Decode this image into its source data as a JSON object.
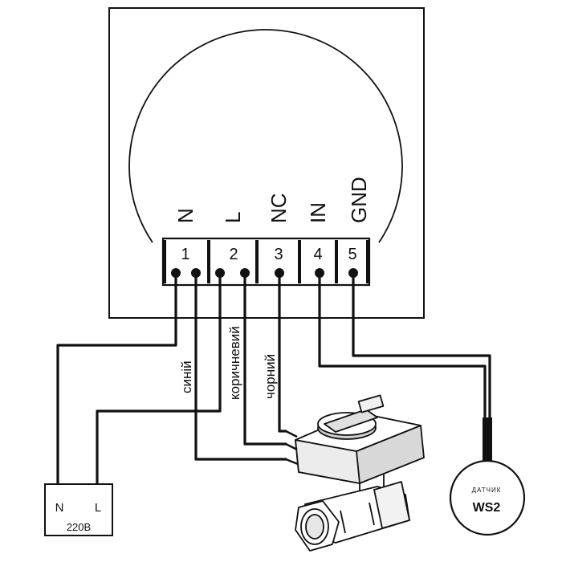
{
  "terminals": [
    {
      "number": "1",
      "name": "N"
    },
    {
      "number": "2",
      "name": "L"
    },
    {
      "number": "3",
      "name": "NC"
    },
    {
      "number": "4",
      "name": "IN"
    },
    {
      "number": "5",
      "name": "GND"
    }
  ],
  "wires": {
    "blue": "синій",
    "brown": "коричневий",
    "black": "чорний"
  },
  "supply": {
    "n": "N",
    "l": "L",
    "voltage": "220В"
  },
  "sensor": {
    "caption": "датчик",
    "model": "WS2"
  },
  "colors": {
    "line": "#111111",
    "background": "#ffffff"
  }
}
